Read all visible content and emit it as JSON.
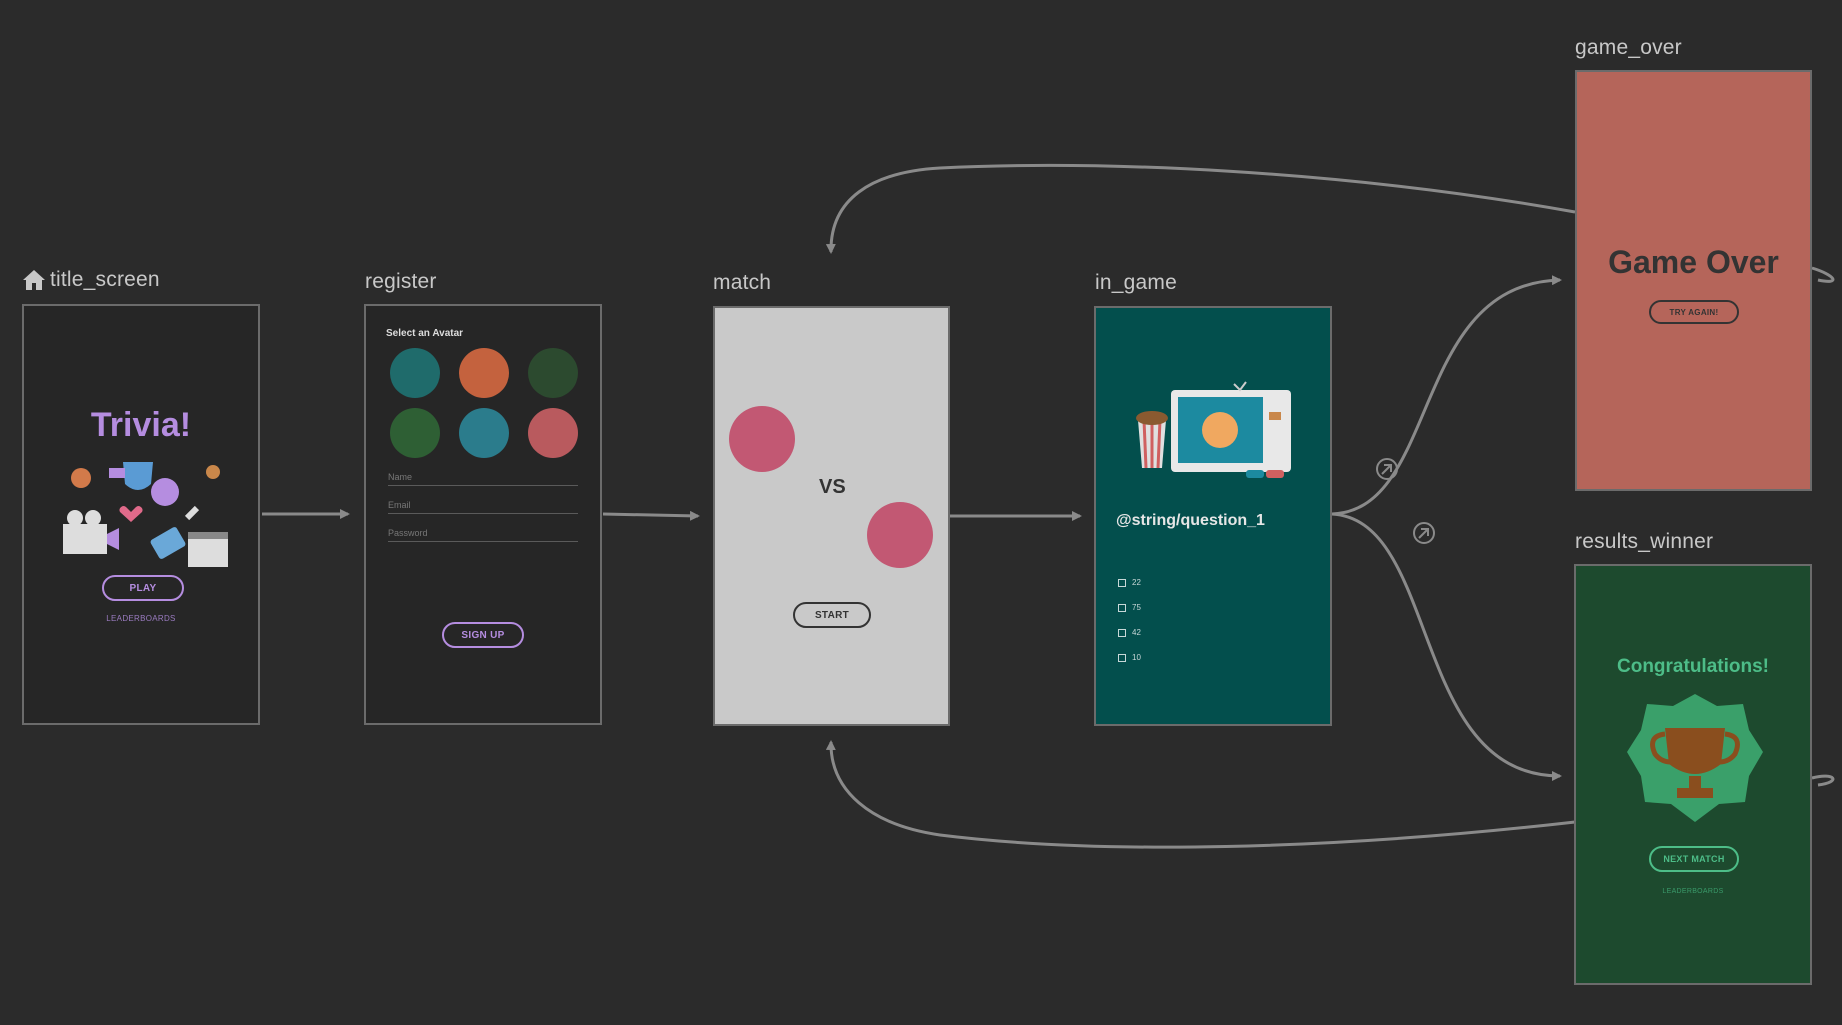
{
  "screens": {
    "title_screen": {
      "label": "title_screen",
      "title": "Trivia!",
      "play_label": "PLAY",
      "leaderboards_label": "LEADERBOARDS"
    },
    "register": {
      "label": "register",
      "heading": "Select an Avatar",
      "name_placeholder": "Name",
      "email_placeholder": "Email",
      "password_placeholder": "Password",
      "signup_label": "SIGN UP"
    },
    "match": {
      "label": "match",
      "vs_text": "VS",
      "start_label": "START"
    },
    "in_game": {
      "label": "in_game",
      "question": "@string/question_1",
      "options": [
        "22",
        "75",
        "42",
        "10"
      ]
    },
    "game_over": {
      "label": "game_over",
      "title": "Game Over",
      "try_again_label": "TRY AGAIN!"
    },
    "results_winner": {
      "label": "results_winner",
      "title": "Congratulations!",
      "next_match_label": "NEXT MATCH",
      "leaderboards_label": "LEADERBOARDS"
    }
  },
  "colors": {
    "canvas": "#2b2b2b",
    "title_screen_bg": "#262626",
    "match_bg": "#c9c9c9",
    "in_game_bg": "#034f4d",
    "game_over_bg": "#b5655a",
    "results_bg": "#1d4a2e",
    "accent_purple": "#b58de0",
    "arrow": "#8a8a8a"
  },
  "icons": [
    "home-icon",
    "deep-link-icon"
  ]
}
